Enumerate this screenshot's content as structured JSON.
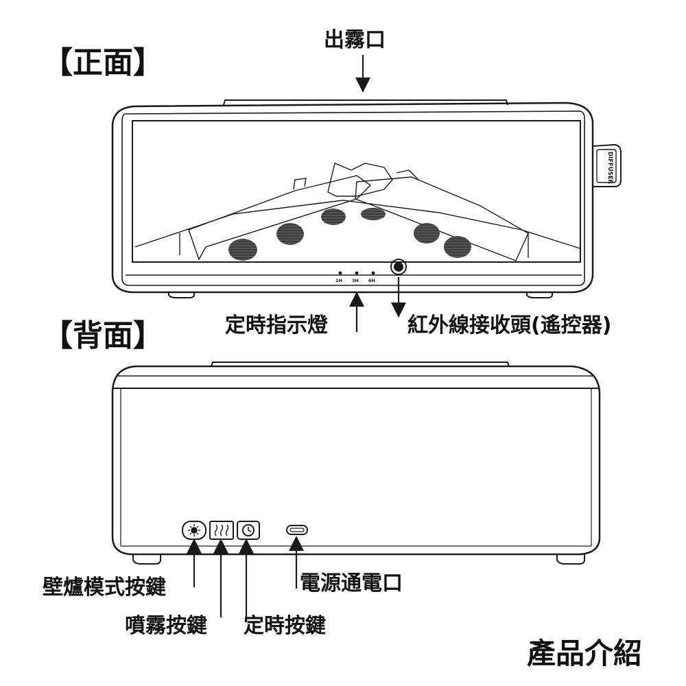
{
  "sections": {
    "front": "【正面】",
    "back": "【背面】"
  },
  "front_callouts": {
    "mist_outlet": "出霧口",
    "timer_indicator": "定時指示燈",
    "ir_receiver": "紅外線接收頭(遙控器)"
  },
  "front_device": {
    "side_label": "DIFFUSER",
    "timer_leds": [
      "1H",
      "3H",
      "6H"
    ]
  },
  "back_callouts": {
    "fireplace_button": "壁爐模式按鍵",
    "spray_button": "噴霧按鍵",
    "timer_button": "定時按鍵",
    "power_port": "電源通電口"
  },
  "footer": {
    "title": "產品介紹"
  },
  "colors": {
    "line": "#1a1a1a",
    "ember": "#3a3a3a",
    "background": "#ffffff"
  }
}
